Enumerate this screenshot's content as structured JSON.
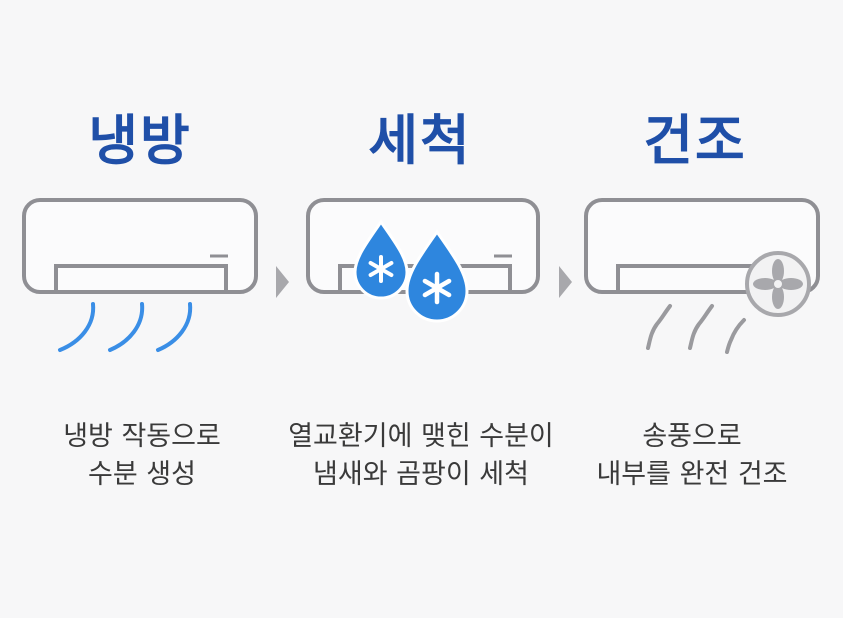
{
  "colors": {
    "title": "#1f4fa8",
    "unit_stroke": "#8f8f94",
    "airflow_blue": "#3a8ee6",
    "drop_blue": "#2e86de",
    "steam_gray": "#9a9a9e",
    "arrow_gray": "#a8a8ac"
  },
  "steps": [
    {
      "title": "냉방",
      "desc_line1": "냉방 작동으로",
      "desc_line2": "수분 생성",
      "icon": "cold-airflow-icon"
    },
    {
      "title": "세척",
      "desc_line1": "열교환기에 맺힌 수분이",
      "desc_line2": "냄새와 곰팡이 세척",
      "icon": "water-drop-icon"
    },
    {
      "title": "건조",
      "desc_line1": "송풍으로",
      "desc_line2": "내부를 완전 건조",
      "icon": "fan-icon"
    }
  ]
}
